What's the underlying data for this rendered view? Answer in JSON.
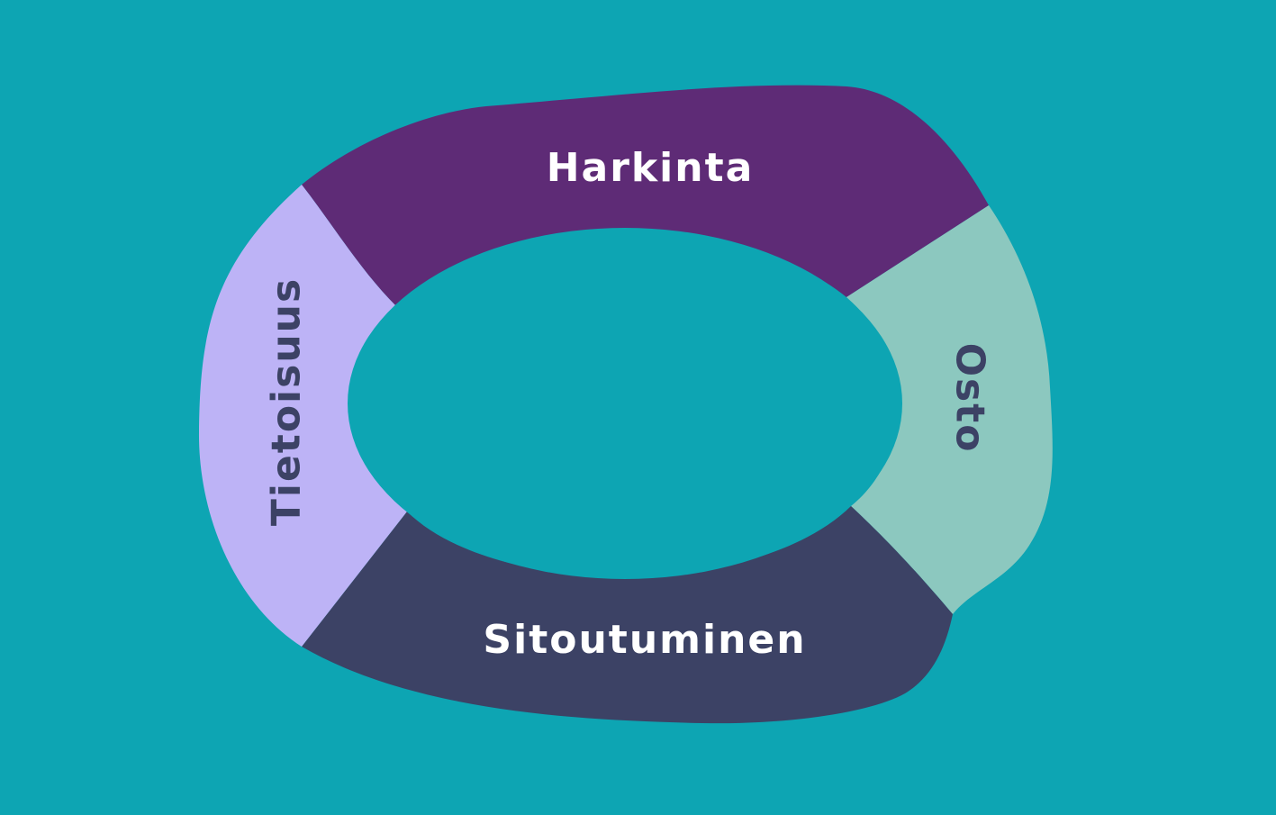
{
  "colors": {
    "background": "#0da5b3",
    "hole": "#0da5b3"
  },
  "segments": [
    {
      "id": "harkinta",
      "label": "Harkinta",
      "color": "#5e2b76",
      "text_color": "#ffffff"
    },
    {
      "id": "osto",
      "label": "Osto",
      "color": "#8cc8bf",
      "text_color": "#3c4265"
    },
    {
      "id": "sitoutuminen",
      "label": "Sitoutuminen",
      "color": "#3c4265",
      "text_color": "#ffffff"
    },
    {
      "id": "tietoisuus",
      "label": "Tietoisuus",
      "color": "#bdb3f6",
      "text_color": "#3c4265"
    }
  ]
}
